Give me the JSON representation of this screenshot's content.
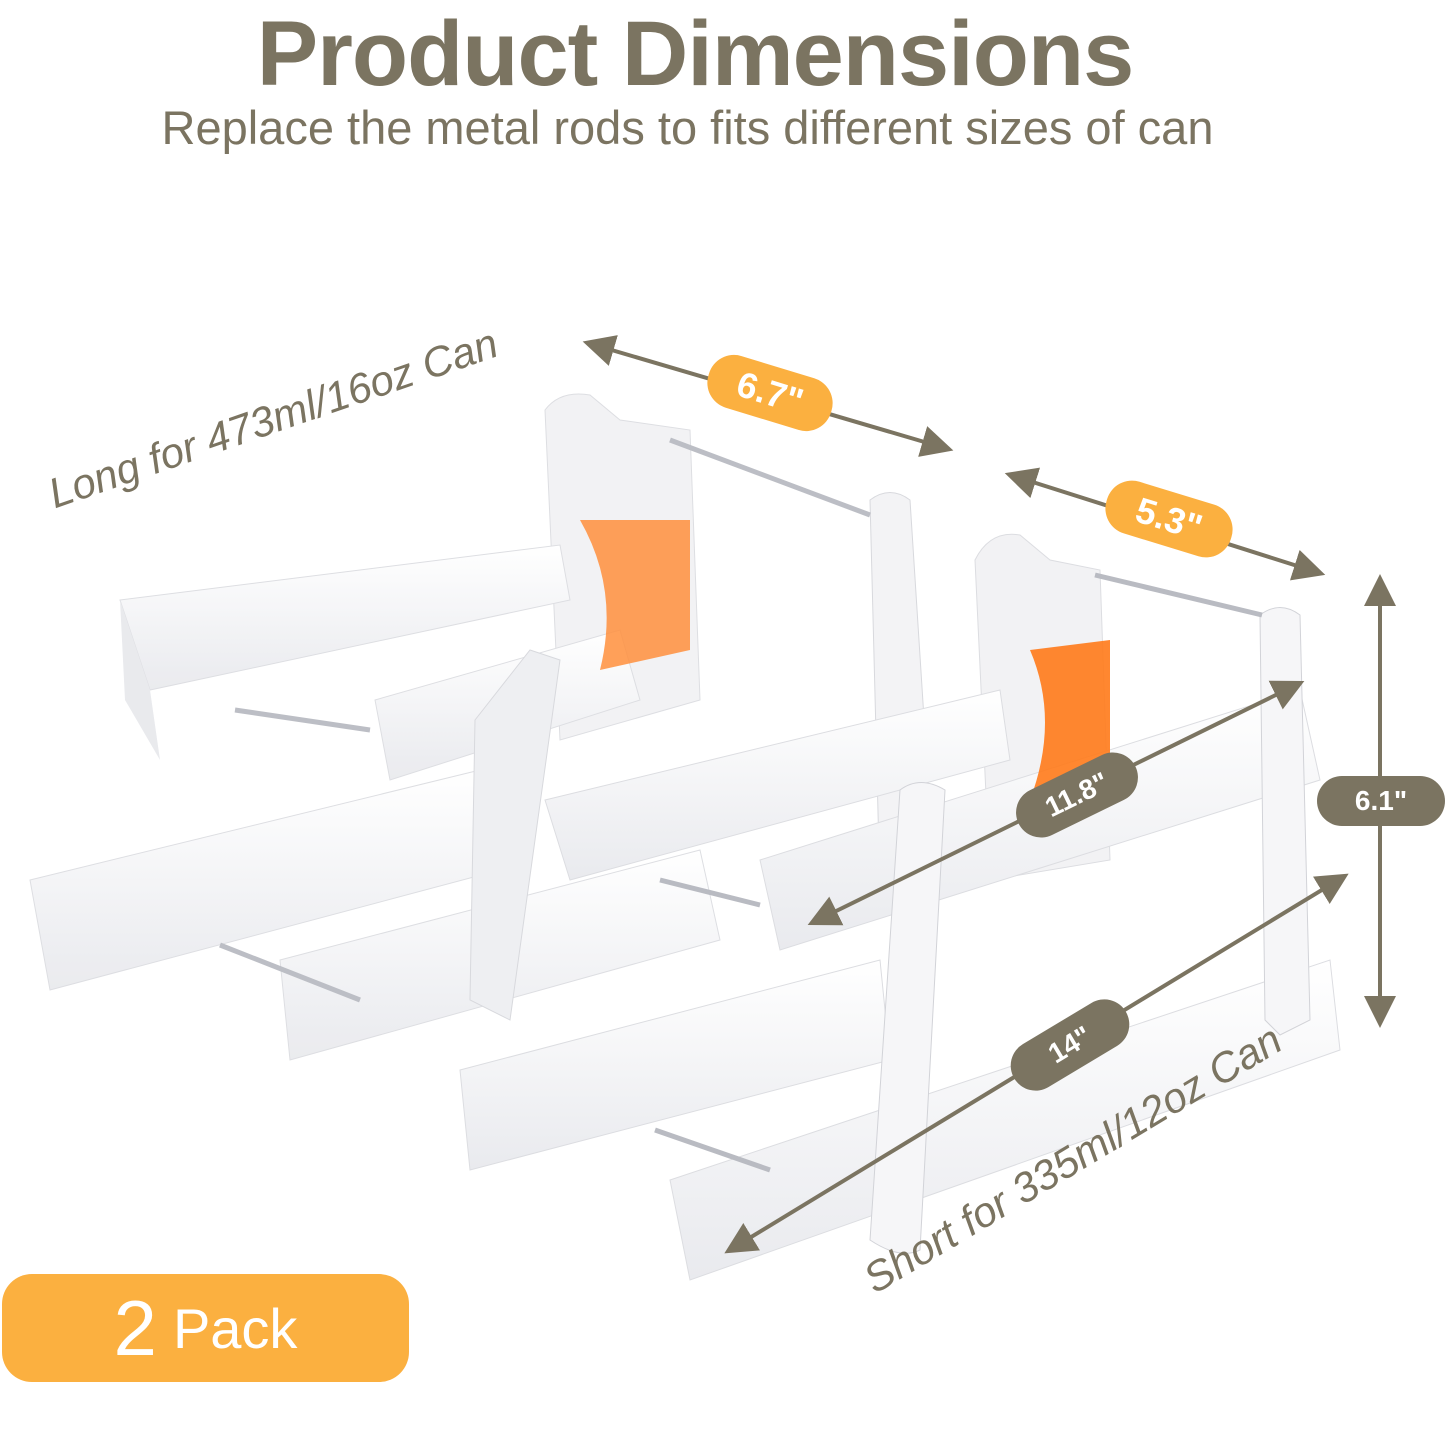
{
  "header": {
    "title": "Product Dimensions",
    "subtitle": "Replace the metal rods to fits different sizes of can"
  },
  "labels": {
    "long": "Long for 473ml/16oz Can",
    "short": "Short for 335ml/12oz Can"
  },
  "dimensions": {
    "width_long": "6.7\"",
    "width_short": "5.3\"",
    "height": "6.1\"",
    "depth_short": "11.8\"",
    "depth_long": "14\""
  },
  "badge": {
    "count": "2",
    "word": "Pack"
  },
  "colors": {
    "text": "#7b7461",
    "accent_orange": "#fbb040",
    "dark_pill": "#7b7461",
    "product_orange": "#ff7a1a"
  }
}
